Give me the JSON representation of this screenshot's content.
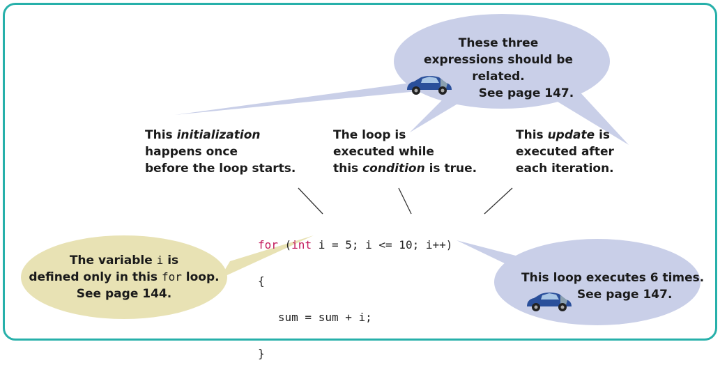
{
  "callouts": {
    "related": {
      "line1": "These three",
      "line2": "expressions should be related.",
      "ref": "See page 147."
    },
    "init": {
      "pre": "This ",
      "em": "initialization",
      "line2": "happens once",
      "line3": "before the loop starts."
    },
    "cond": {
      "line1": "The loop is",
      "line2": "executed while",
      "pre": "this ",
      "em": "condition",
      "post": " is true."
    },
    "update": {
      "pre": "This ",
      "em": "update",
      "post": " is",
      "line2": "executed after",
      "line3": "each iteration."
    },
    "variable": {
      "pre": "The variable ",
      "code1": "i",
      "post": " is",
      "pre2": "defined only in this ",
      "code2": "for",
      "post2": " loop.",
      "ref": "See page 144."
    },
    "executes": {
      "line1": "This loop executes 6 times.",
      "ref": "See page 147."
    }
  },
  "code": {
    "kw_for": "for",
    "open": " (",
    "kw_int": "int",
    "header_rest": " i = 5; i <= 10; i++)",
    "line2": "{",
    "line3": "   sum = sum + i;",
    "line4": "}"
  },
  "colors": {
    "frame": "#27b0aa",
    "blue_bubble": "#c9cfe8",
    "yellow_bubble": "#e8e2b4",
    "keyword": "#c2185b"
  },
  "icons": [
    "car-icon",
    "car-icon"
  ]
}
